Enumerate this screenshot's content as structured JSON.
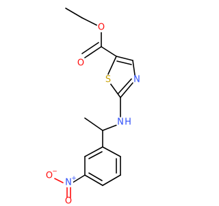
{
  "molecule": {
    "atoms": {
      "carbonyl_o": "O",
      "ester_o": "O",
      "thiazole_s": "S",
      "thiazole_n": "N",
      "amine_n": "N",
      "amine_h": "H",
      "nitro_n": "N",
      "nitro_n_charge": "+",
      "nitro_o_single": "O",
      "nitro_o_single_charge": "−",
      "nitro_o_double": "O"
    },
    "colors": {
      "carbon_bond": "#000000",
      "oxygen": "#ff0d0d",
      "nitrogen": "#3050f8",
      "sulfur": "#c8a000"
    }
  }
}
